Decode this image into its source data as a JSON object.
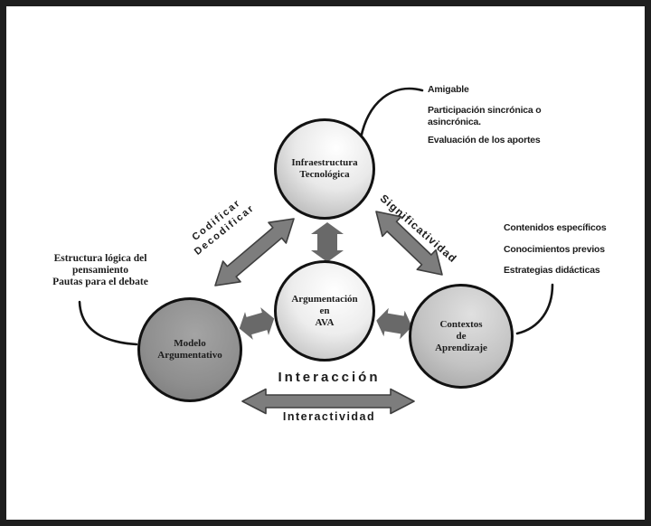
{
  "title": "Modelo de argumentación en AVA (diagrama)",
  "nodes": {
    "top": {
      "lines": [
        "Infraestructura",
        "Tecnológica"
      ]
    },
    "center": {
      "lines": [
        "Argumentación",
        "en",
        "AVA"
      ]
    },
    "left": {
      "lines": [
        "Modelo",
        "Argumentativo"
      ]
    },
    "right": {
      "lines": [
        "Contextos",
        "de",
        "Aprendizaje"
      ]
    }
  },
  "edge_labels": {
    "codificar": "Codificar",
    "decodificar": "Decodificar",
    "significatividad": "Significatividad",
    "interaccion": "Interacción",
    "interactividad": "Interactividad"
  },
  "annotations": {
    "top_right": [
      "Amigable",
      "Participación sincrónica o asincrónica.",
      "Evaluación de los aportes"
    ],
    "right": [
      "Contenidos específicos",
      "Conocimientos previos",
      "Estrategias didácticas"
    ],
    "left": [
      "Estructura lógica del",
      "pensamiento",
      "Pautas para el debate"
    ]
  },
  "colors": {
    "frame_border": "#1e1e1e",
    "background": "#ffffff",
    "big_arrow_fill": "#7d7d7d",
    "big_arrow_outline": "#3f3f3f",
    "small_arrow_fill": "#696969",
    "circle_border": "#121212",
    "text": "#1c1c1c"
  }
}
